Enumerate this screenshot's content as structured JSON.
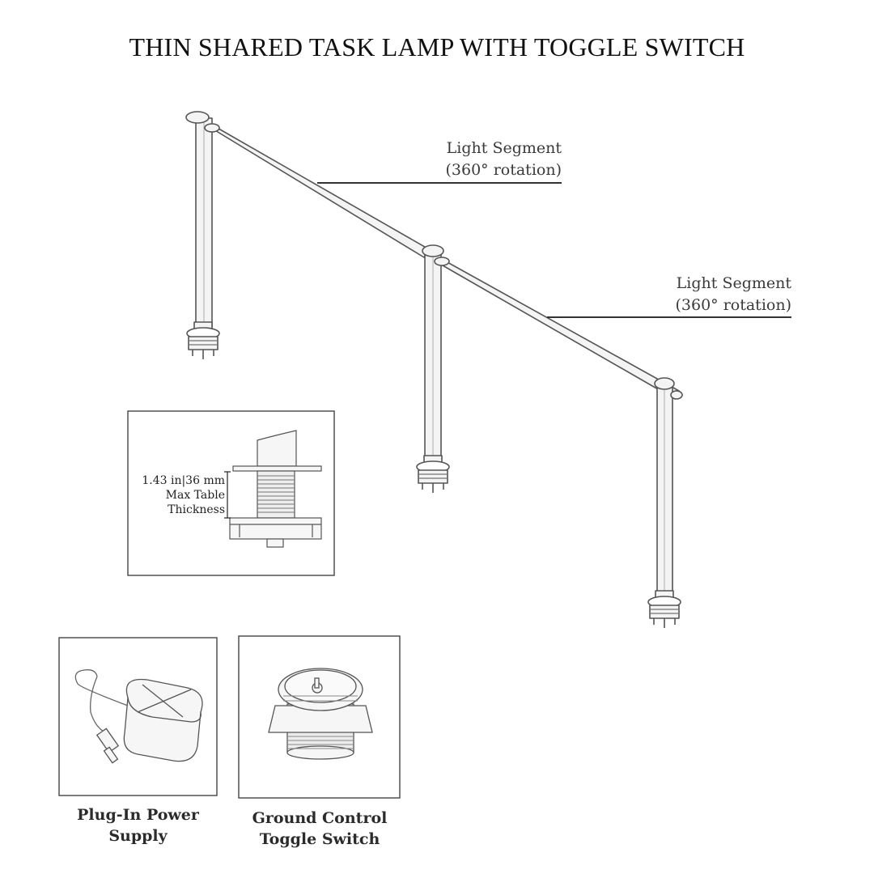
{
  "title": "THIN SHARED TASK LAMP WITH TOGGLE SWITCH",
  "callouts": [
    {
      "line1": "Light Segment",
      "line2": "(360° rotation)"
    },
    {
      "line1": "Light Segment",
      "line2": "(360° rotation)"
    }
  ],
  "inset_mount": {
    "dimension": "1.43 in|36 mm",
    "label_line1": "Max Table",
    "label_line2": "Thickness"
  },
  "panels": [
    {
      "caption_line1": "Plug-In Power",
      "caption_line2": "Supply",
      "icon": "power-supply-icon"
    },
    {
      "caption_line1": "Ground Control",
      "caption_line2": "Toggle Switch",
      "icon": "toggle-switch-icon"
    }
  ],
  "colors": {
    "line": "#555555",
    "text": "#222222",
    "fill": "#f4f4f4"
  }
}
